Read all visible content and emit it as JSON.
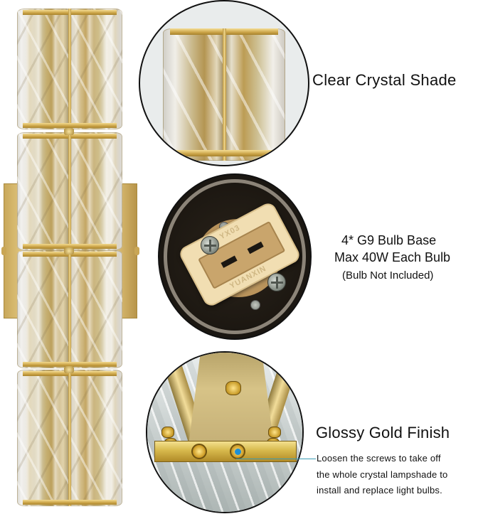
{
  "product": {
    "subject": "Gold crystal wall sconce",
    "colors": {
      "gold": "#c9a245",
      "crystal": "#e6dfcb",
      "socket_ceramic": "#f1deb2",
      "pointer_blue": "#1e90d6",
      "pointer_line": "#3a9bb4",
      "text": "#111111",
      "background": "#ffffff"
    }
  },
  "callouts": {
    "shade": {
      "title": "Clear Crystal Shade"
    },
    "bulb": {
      "line1": "4* G9 Bulb Base",
      "line2": "Max 40W Each Bulb",
      "line3": "(Bulb Not Included)",
      "socket_marking_top": "YX03",
      "socket_marking_bottom": "YUANXIN"
    },
    "finish": {
      "title": "Glossy Gold Finish",
      "note_lines": [
        "Loosen the screws to take off",
        "the whole crystal lampshade to",
        "install and replace light bulbs."
      ]
    }
  }
}
